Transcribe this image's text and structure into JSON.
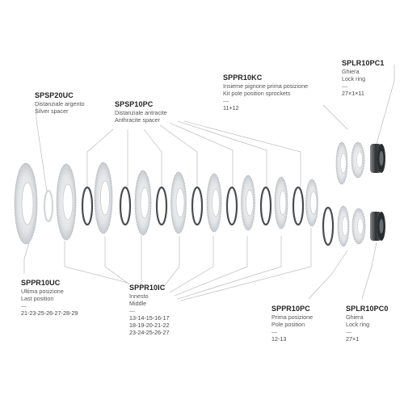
{
  "labels": {
    "sppr10uc": {
      "code": "SPPR10UC",
      "line1": "Ultima posizione",
      "line2": "Last position",
      "dash": "—",
      "values": "21-23-25-26-27-28-29"
    },
    "spsp20uc": {
      "code": "SPSP20UC",
      "line1": "Distanziale argento",
      "line2": "Silver spacer"
    },
    "spsp10pc": {
      "code": "SPSP10PC",
      "line1": "Distanziale antracite",
      "line2": "Anthracite spacer"
    },
    "sppr10ic": {
      "code": "SPPR10IC",
      "line1": "Innesto",
      "line2": "Middle",
      "dash": "—",
      "values1": "13-14-15-16-17",
      "values2": "18-19-20-21-22",
      "values3": "23-24-25-26-27"
    },
    "sppr10kc": {
      "code": "SPPR10KC",
      "line1": "Insieme pignone prima posizione",
      "line2": "Kit pole position sprockets",
      "dash": "—",
      "values": "11+12"
    },
    "splr10pc1": {
      "code": "SPLR10PC1",
      "line1": "Ghiera",
      "line2": "Lock ring",
      "dash": "—",
      "values": "27×1×11"
    },
    "sppr10pc": {
      "code": "SPPR10PC",
      "line1": "Prima posizione",
      "line2": "Pole position",
      "dash": "—",
      "values": "12-13"
    },
    "splr10pc0": {
      "code": "SPLR10PC0",
      "line1": "Ghiera",
      "line2": "Lock ring",
      "dash": "—",
      "values": "27×1"
    }
  },
  "colors": {
    "sprocket": "#e4e6e8",
    "sprocket_edge": "#b4b8bc",
    "spacer_dark": "#4a4d50",
    "spacer_silver": "#d8dadc",
    "leader": "#b0b0b0",
    "lockring": "#3c3f42"
  }
}
